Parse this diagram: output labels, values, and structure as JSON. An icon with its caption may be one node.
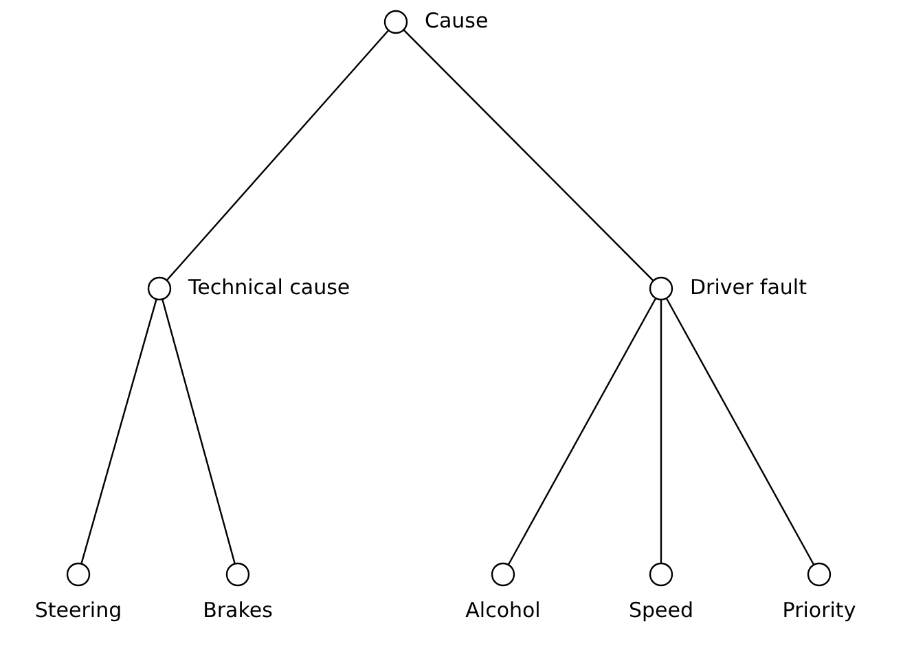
{
  "diagram": {
    "nodes": [
      {
        "text": [
          "Cause"
        ]
      },
      {
        "text": [
          "Technical cause"
        ]
      },
      {
        "text": [
          "Driver fault"
        ]
      },
      {
        "text": [
          "Steering"
        ]
      },
      {
        "text": [
          "Brakes"
        ]
      },
      {
        "text": [
          "Alcohol"
        ]
      },
      {
        "text": [
          "Speed"
        ]
      },
      {
        "text": [
          "Priority"
        ]
      }
    ],
    "edges": [
      {
        "from": 0,
        "to": 1,
        "arrow": "none"
      },
      {
        "from": 0,
        "to": 2,
        "arrow": "none"
      },
      {
        "from": 1,
        "to": 3,
        "arrow": "none"
      },
      {
        "from": 1,
        "to": 4,
        "arrow": "none"
      },
      {
        "from": 2,
        "to": 5,
        "arrow": "none"
      },
      {
        "from": 2,
        "to": 6,
        "arrow": "none"
      },
      {
        "from": 2,
        "to": 7,
        "arrow": "none"
      }
    ]
  }
}
